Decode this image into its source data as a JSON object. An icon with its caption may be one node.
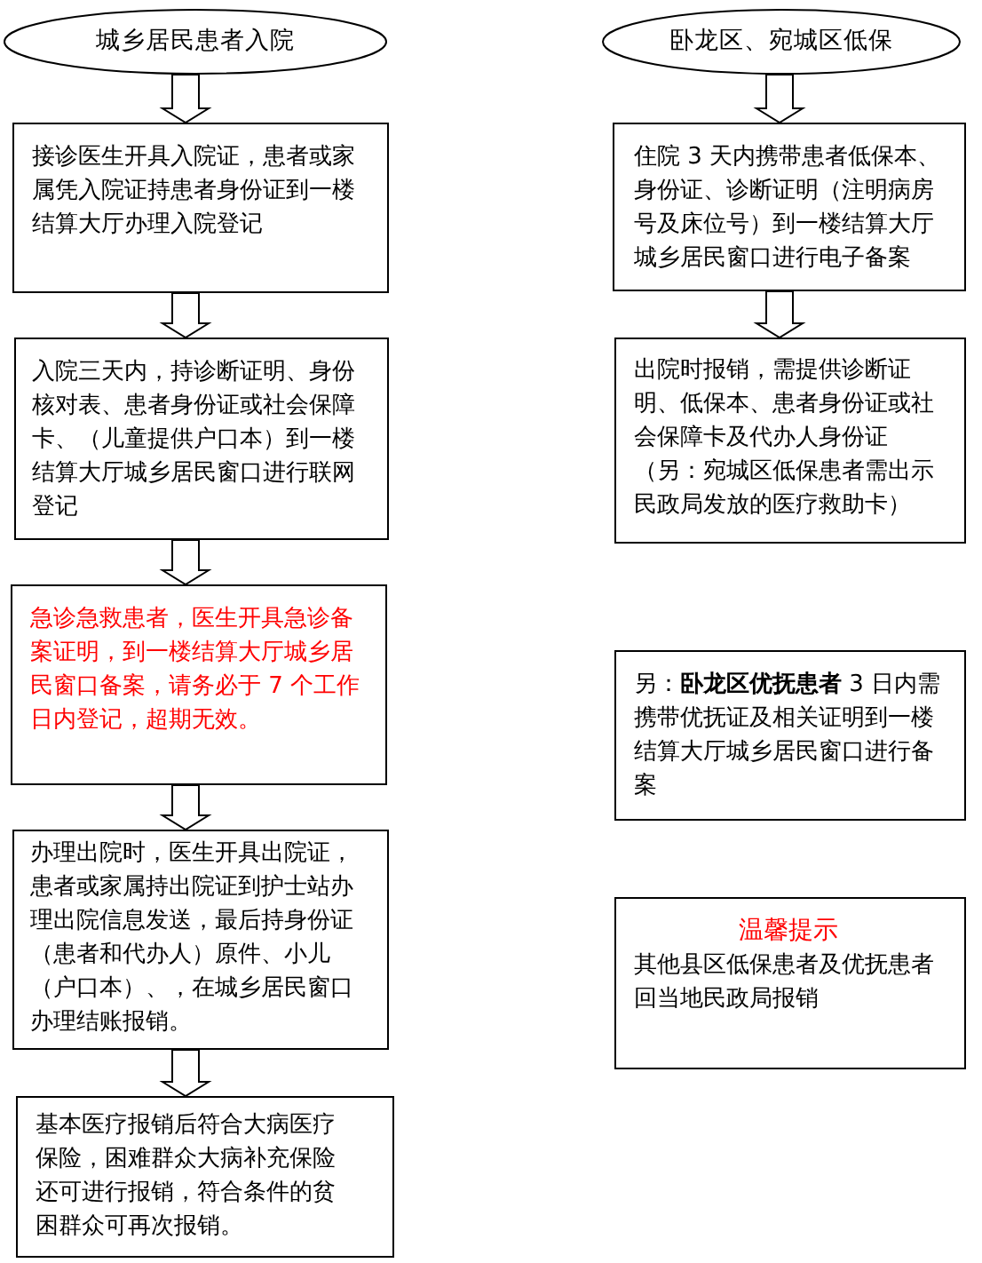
{
  "diagram": {
    "nodes": [
      {
        "text": [
          "城乡居民患者入院"
        ]
      },
      {
        "text": [
          "接诊医生开具入院证，患者或家属凭入院证持患者身份证到一楼结算大厅办理入院登记"
        ]
      },
      {
        "text": [
          "入院三天内，持诊断证明、身份核对表、患者身份证或社会保障卡、（儿童提供户口本）到一楼结算大厅城乡居民窗口进行联网登记"
        ]
      },
      {
        "text": [
          "急诊急救患者，医生开具急诊备案证明，到一楼结算大厅城乡居民窗口备案，请务必于 7 个工作日内登记，超期无效。"
        ]
      },
      {
        "text": [
          "办理出院时，医生开具出院证，患者或家属持出院证到护士站办理出院信息发送，最后持身份证（患者和代办人）原件、小儿（户口本）、，在城乡居民窗口办理结账报销。"
        ]
      },
      {
        "text": [
          "基本医疗报销后符合大病医疗保险，困难群众大病补充保险还可进行报销，符合条件的贫困群众可再次报销。"
        ]
      },
      {
        "text": [
          "卧龙区、宛城区低保"
        ]
      },
      {
        "text": [
          "住院 3 天内携带患者低保本、身份证、诊断证明（注明病房号及床位号）到一楼结算大厅城乡居民窗口进行电子备案"
        ]
      },
      {
        "text": [
          "出院时报销，需提供诊断证明、低保本、患者身份证或社会保障卡及代办人身份证（另：宛城区低保患者需出示民政局发放的医疗救助卡）"
        ]
      },
      {
        "text": [
          "另：**卧龙区优抚患者** 3 日内需携带优抚证及相关证明到一楼结算大厅城乡居民窗口进行备案"
        ]
      },
      {
        "text": [
          "温馨提示",
          "其他县区低保患者及优抚患者回当地民政局报销"
        ]
      }
    ],
    "edges": [
      {
        "from": 0,
        "to": 1,
        "arrow": "to"
      },
      {
        "from": 1,
        "to": 2,
        "arrow": "to"
      },
      {
        "from": 2,
        "to": 3,
        "arrow": "to"
      },
      {
        "from": 3,
        "to": 4,
        "arrow": "to"
      },
      {
        "from": 4,
        "to": 5,
        "arrow": "to"
      },
      {
        "from": 6,
        "to": 7,
        "arrow": "to"
      },
      {
        "from": 7,
        "to": 8,
        "arrow": "to"
      }
    ]
  }
}
